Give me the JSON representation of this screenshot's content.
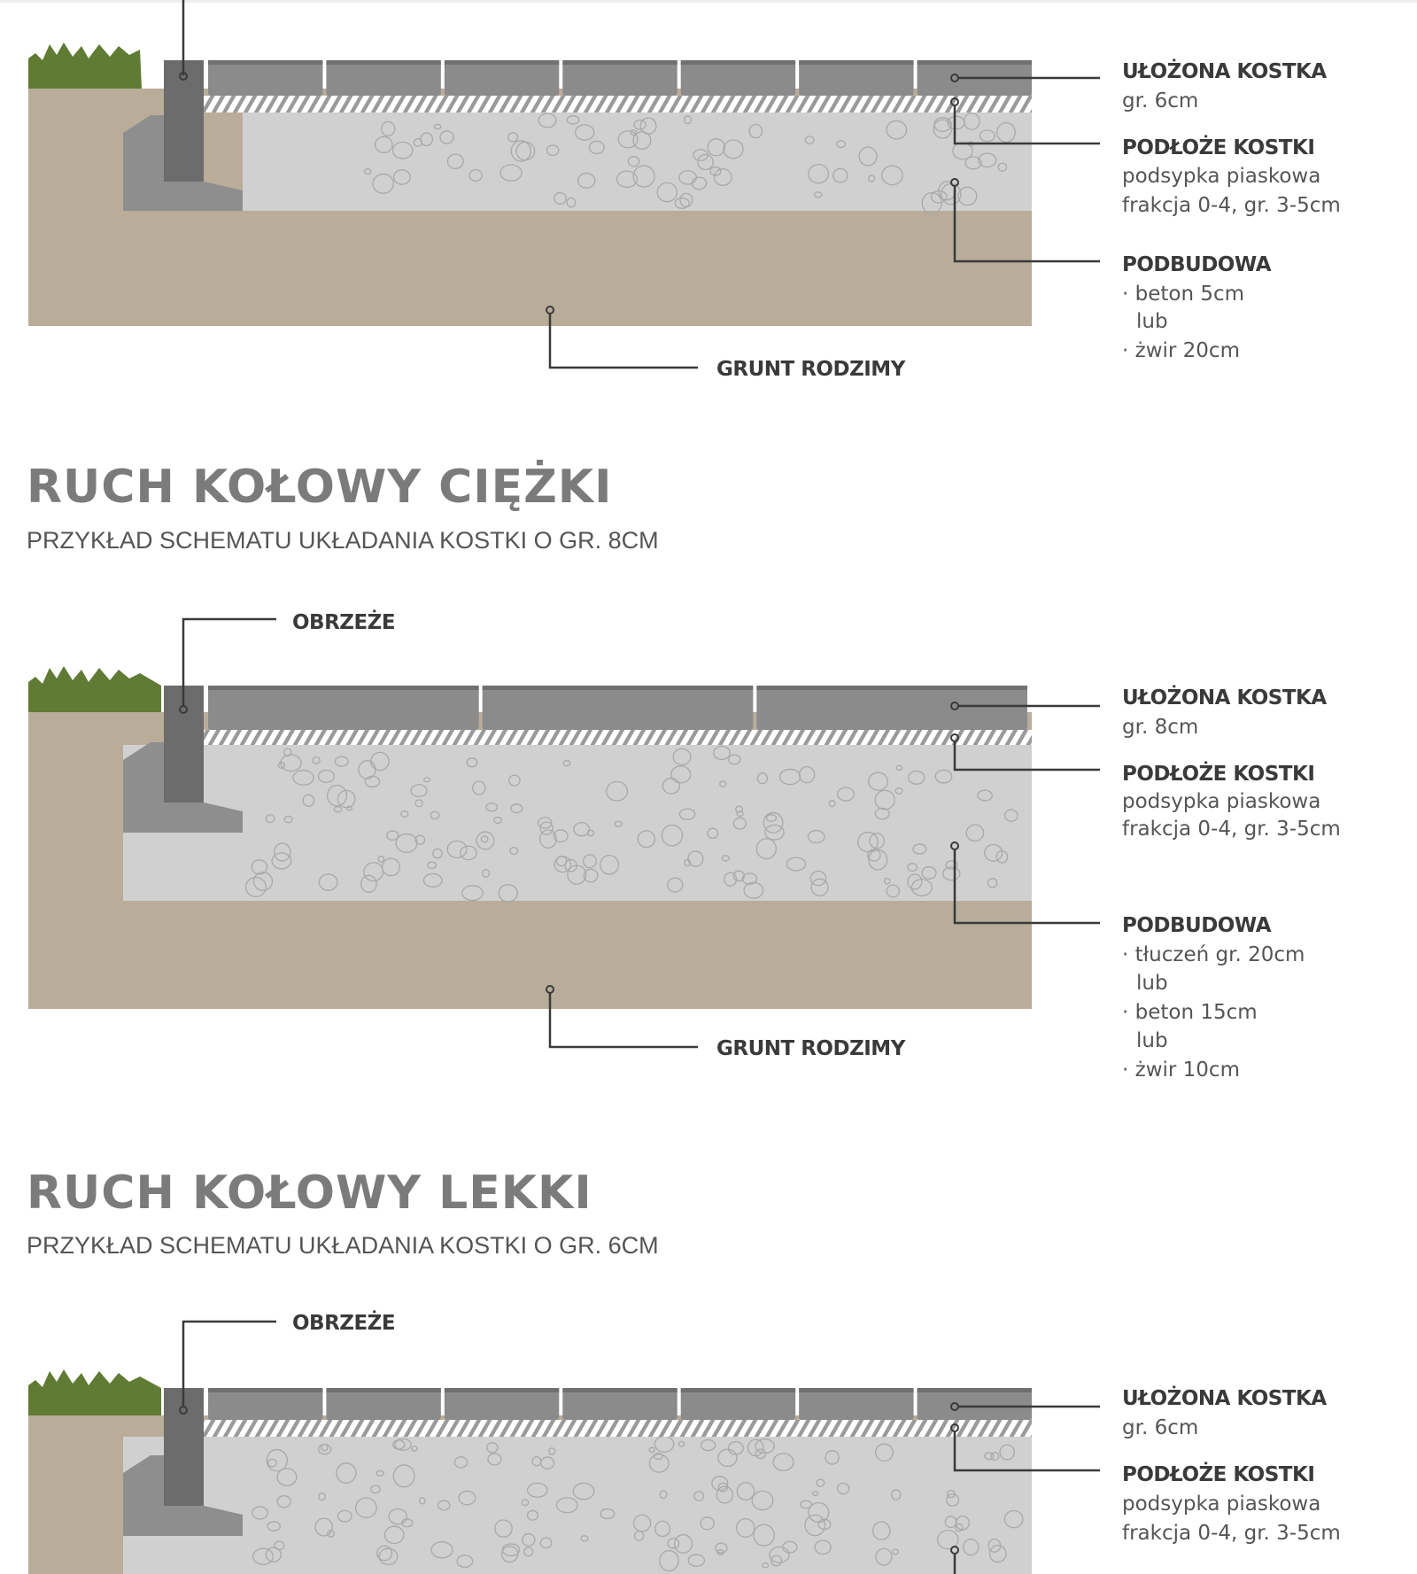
{
  "colors": {
    "soil": "#b9ad99",
    "gravel": "#d0d0d0",
    "tile": "#8b8b8b",
    "curb": "#6c6c6c",
    "footing": "#8e8e8e",
    "grass": "#5f7b34",
    "heading": "#7b7b7b",
    "label": "#3a3a3a"
  },
  "section1": {
    "paver_title": "UŁOŻONA KOSTKA",
    "paver_text": "gr. 6cm",
    "bedding_title": "PODŁOŻE KOSTKI",
    "bedding_line1": "podsypka piaskowa",
    "bedding_line2": "frakcja 0-4, gr. 3-5cm",
    "base_title": "PODBUDOWA",
    "base_items": [
      "· beton 5cm",
      "lub",
      "· żwir 20cm"
    ],
    "subgrade": "GRUNT RODZIMY"
  },
  "section2": {
    "heading": "RUCH KOŁOWY CIĘŻKI",
    "subtitle": "PRZYKŁAD SCHEMATU UKŁADANIA KOSTKI O GR. 8CM",
    "edging": "OBRZEŻE",
    "paver_title": "UŁOŻONA KOSTKA",
    "paver_text": "gr. 8cm",
    "bedding_title": "PODŁOŻE KOSTKI",
    "bedding_line1": "podsypka piaskowa",
    "bedding_line2": "frakcja 0-4, gr. 3-5cm",
    "base_title": "PODBUDOWA",
    "base_items": [
      "· tłuczeń gr. 20cm",
      "lub",
      "· beton 15cm",
      "lub",
      "· żwir 10cm"
    ],
    "subgrade": "GRUNT RODZIMY"
  },
  "section3": {
    "heading": "RUCH KOŁOWY LEKKI",
    "subtitle": "PRZYKŁAD SCHEMATU UKŁADANIA KOSTKI O GR. 6CM",
    "edging": "OBRZEŻE",
    "paver_title": "UŁOŻONA KOSTKA",
    "paver_text": "gr. 6cm",
    "bedding_title": "PODŁOŻE KOSTKI",
    "bedding_line1": "podsypka piaskowa",
    "bedding_line2": "frakcja 0-4, gr. 3-5cm"
  }
}
